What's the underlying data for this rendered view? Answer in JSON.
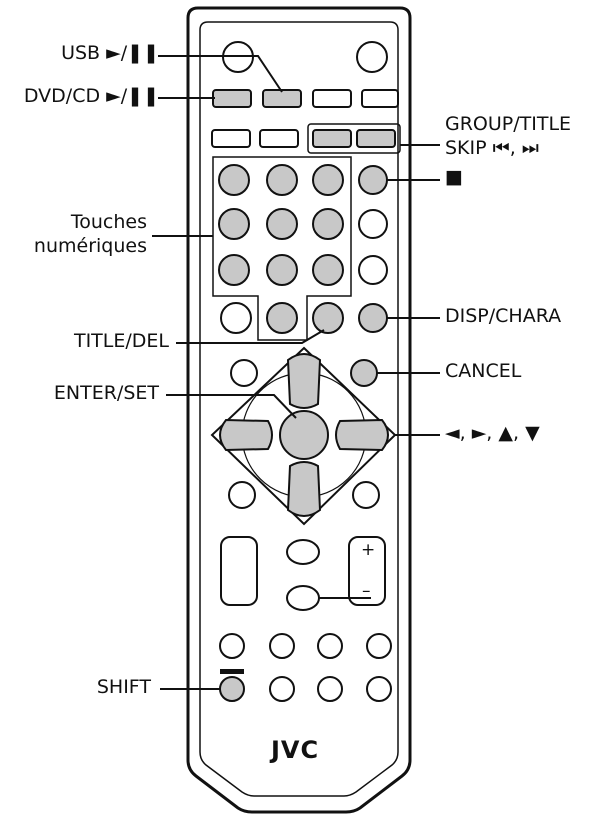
{
  "brand": "JVC",
  "callouts": {
    "usb": "USB ►/❚❚",
    "dvdcd": "DVD/CD ►/❚❚",
    "group_title_1": "GROUP/TITLE",
    "group_title_2": "SKIP ⏮, ⏭",
    "stop": "■",
    "touches_1": "Touches",
    "touches_2": "numériques",
    "disp": "DISP/CHARA",
    "title_del": "TITLE/DEL",
    "cancel": "CANCEL",
    "enter_set": "ENTER/SET",
    "cursors": "◄, ►, ▲, ▼",
    "shift": "SHIFT"
  },
  "remote_labels": {
    "plus": "+",
    "minus": "–"
  },
  "colors": {
    "outline": "#111111",
    "gray_button": "#c8c8c8",
    "white_button": "#ffffff",
    "remote_body": "#ffffff"
  }
}
